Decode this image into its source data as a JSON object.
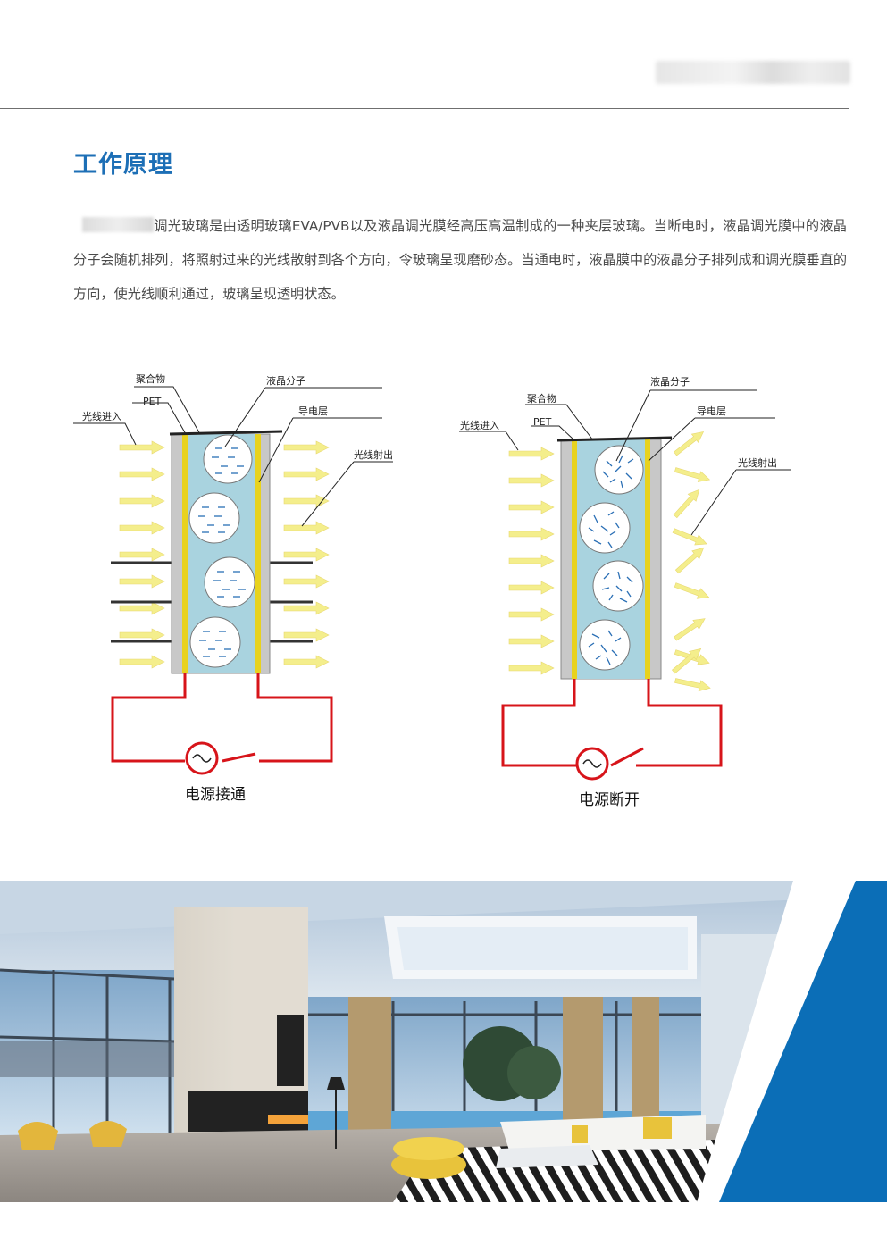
{
  "page": {
    "title": "工作原理",
    "intro": "调光玻璃是由透明玻璃EVA/PVB以及液晶调光膜经高压高温制成的一种夹层玻璃。当断电时，液晶调光膜中的液晶分子会随机排列，将照射过来的光线散射到各个方向，令玻璃呈现磨砂态。当通电时，液晶膜中的液晶分子排列成和调光膜垂直的方向，使光线顺利通过，玻璃呈现透明状态。"
  },
  "diagram": {
    "left": {
      "labels": {
        "polymer": "聚合物",
        "pet": "PET",
        "lc_molecule": "液晶分子",
        "conductive": "导电层",
        "light_in": "光线进入",
        "light_out": "光线射出"
      },
      "caption": "电源接通"
    },
    "right": {
      "labels": {
        "polymer": "聚合物",
        "pet": "PET",
        "lc_molecule": "液晶分子",
        "conductive": "导电层",
        "light_in": "光线进入",
        "light_out": "光线射出"
      },
      "caption": "电源断开"
    },
    "colors": {
      "glass": "#c8c8c8",
      "conductive": "#e8d21e",
      "lc_layer": "#a9d3df",
      "molecule": "#2a6fb5",
      "wire": "#d7141a",
      "light": "#f4ee8c",
      "accent": "#0b6eb7"
    }
  }
}
